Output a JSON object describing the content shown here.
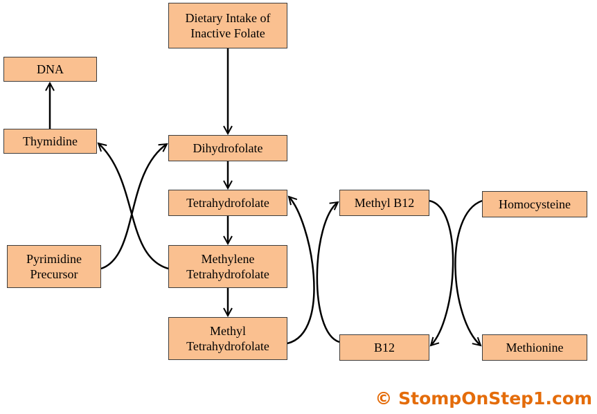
{
  "nodes": {
    "dietary": {
      "lines": [
        "Dietary Intake of",
        "Inactive Folate"
      ]
    },
    "dna": {
      "lines": [
        "DNA"
      ]
    },
    "thymidine": {
      "lines": [
        "Thymidine"
      ]
    },
    "dhf": {
      "lines": [
        "Dihydrofolate"
      ]
    },
    "thf": {
      "lines": [
        "Tetrahydrofolate"
      ]
    },
    "pyrimidine": {
      "lines": [
        "Pyrimidine",
        "Precursor"
      ]
    },
    "methylene": {
      "lines": [
        "Methylene",
        "Tetrahydrofolate"
      ]
    },
    "methylthf": {
      "lines": [
        "Methyl",
        "Tetrahydrofolate"
      ]
    },
    "methylb12": {
      "lines": [
        "Methyl B12"
      ]
    },
    "b12": {
      "lines": [
        "B12"
      ]
    },
    "homocys": {
      "lines": [
        "Homocysteine"
      ]
    },
    "methionine": {
      "lines": [
        "Methionine"
      ]
    }
  },
  "copyright": "© StompOnStep1.com",
  "colors": {
    "node_fill": "#fac090",
    "node_border": "#3b3b3b",
    "arrow": "#000000",
    "copyright": "#e46c0a"
  }
}
